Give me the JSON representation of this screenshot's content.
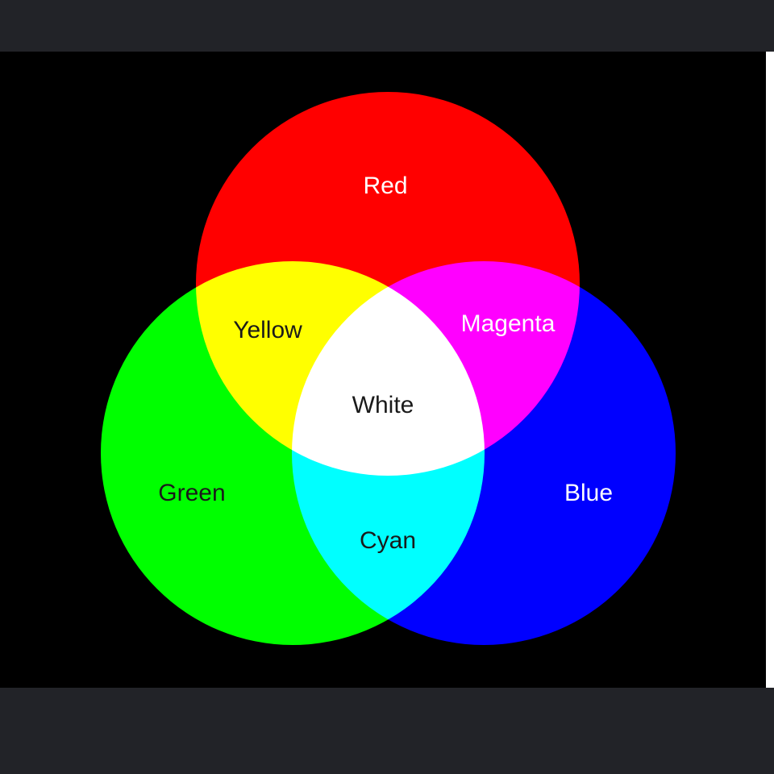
{
  "diagram": {
    "labels": {
      "red": "Red",
      "green": "Green",
      "blue": "Blue",
      "yellow": "Yellow",
      "magenta": "Magenta",
      "cyan": "Cyan",
      "white": "White"
    },
    "colors": {
      "background": "#000000",
      "red": "#ff0000",
      "green": "#00ff00",
      "blue": "#0000ff",
      "yellow": "#ffff00",
      "magenta": "#ff00ff",
      "cyan": "#00ffff",
      "white": "#ffffff",
      "dark_text": "#1a1a1a",
      "light_text": "#ffffff"
    }
  }
}
